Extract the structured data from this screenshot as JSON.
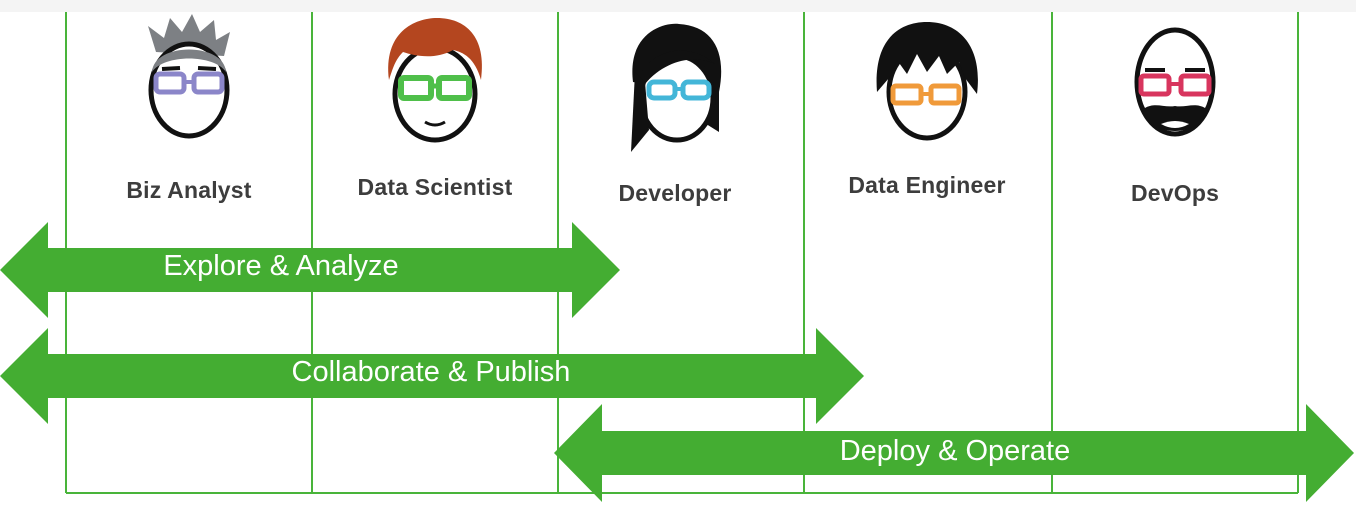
{
  "diagram": {
    "roles": [
      {
        "label": "Biz Analyst",
        "icon": "biz-analyst-face-icon",
        "glasses_color": "#8b86c9",
        "hair_color": "#7d8084"
      },
      {
        "label": "Data Scientist",
        "icon": "data-scientist-face-icon",
        "glasses_color": "#4fbf4a",
        "hair_color": "#b4461f"
      },
      {
        "label": "Developer",
        "icon": "developer-face-icon",
        "glasses_color": "#43b6d8",
        "hair_color": "#111111"
      },
      {
        "label": "Data Engineer",
        "icon": "data-engineer-face-icon",
        "glasses_color": "#f09a3a",
        "hair_color": "#111111"
      },
      {
        "label": "DevOps",
        "icon": "devops-face-icon",
        "glasses_color": "#d8355e",
        "hair_color": "#111111"
      }
    ],
    "activities": [
      {
        "label": "Explore & Analyze"
      },
      {
        "label": "Collaborate & Publish"
      },
      {
        "label": "Deploy & Operate"
      }
    ],
    "colors": {
      "accent_green": "#44ad32",
      "grid_line": "#49b43a",
      "label_text": "#3d3d3d"
    }
  }
}
